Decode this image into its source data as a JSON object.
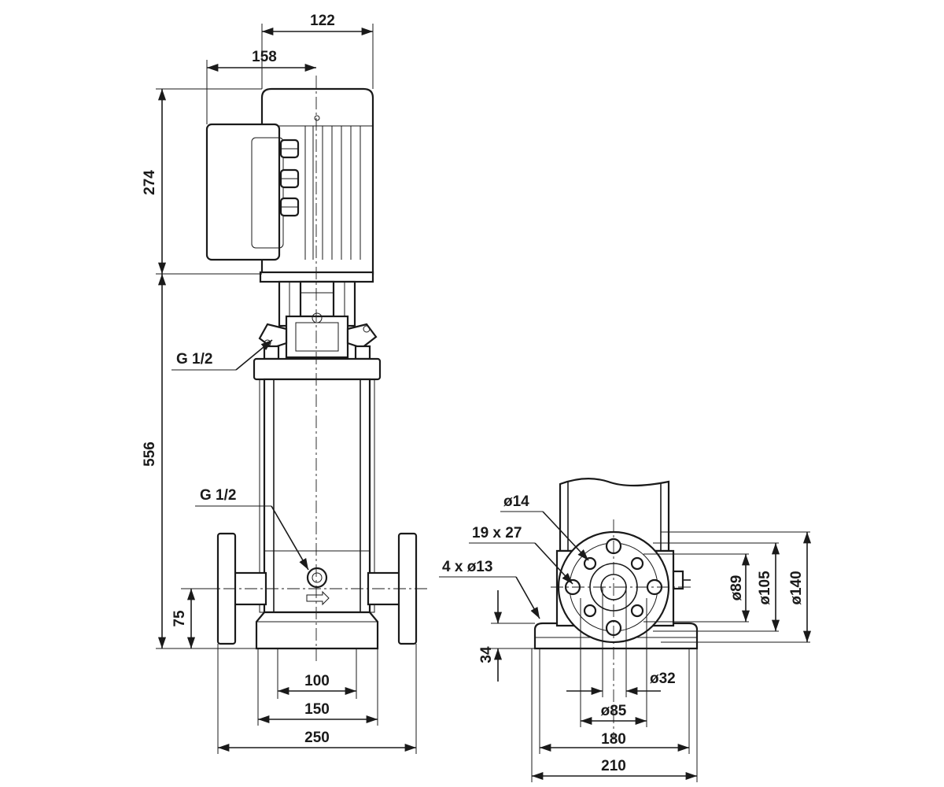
{
  "front_view": {
    "dims": {
      "d122": "122",
      "d158": "158",
      "d274": "274",
      "d556": "556",
      "d75": "75",
      "d100": "100",
      "d150": "150",
      "d250": "250"
    },
    "labels": {
      "g_upper": "G 1/2",
      "g_lower": "G 1/2"
    }
  },
  "side_view": {
    "dims": {
      "d34": "34",
      "d180": "180",
      "d210": "210",
      "d85": "ø85",
      "d32": "ø32",
      "d89": "ø89",
      "d105": "ø105",
      "d140": "ø140"
    },
    "labels": {
      "phi14": "ø14",
      "slot": "19 x 27",
      "holes": "4 x ø13"
    }
  }
}
